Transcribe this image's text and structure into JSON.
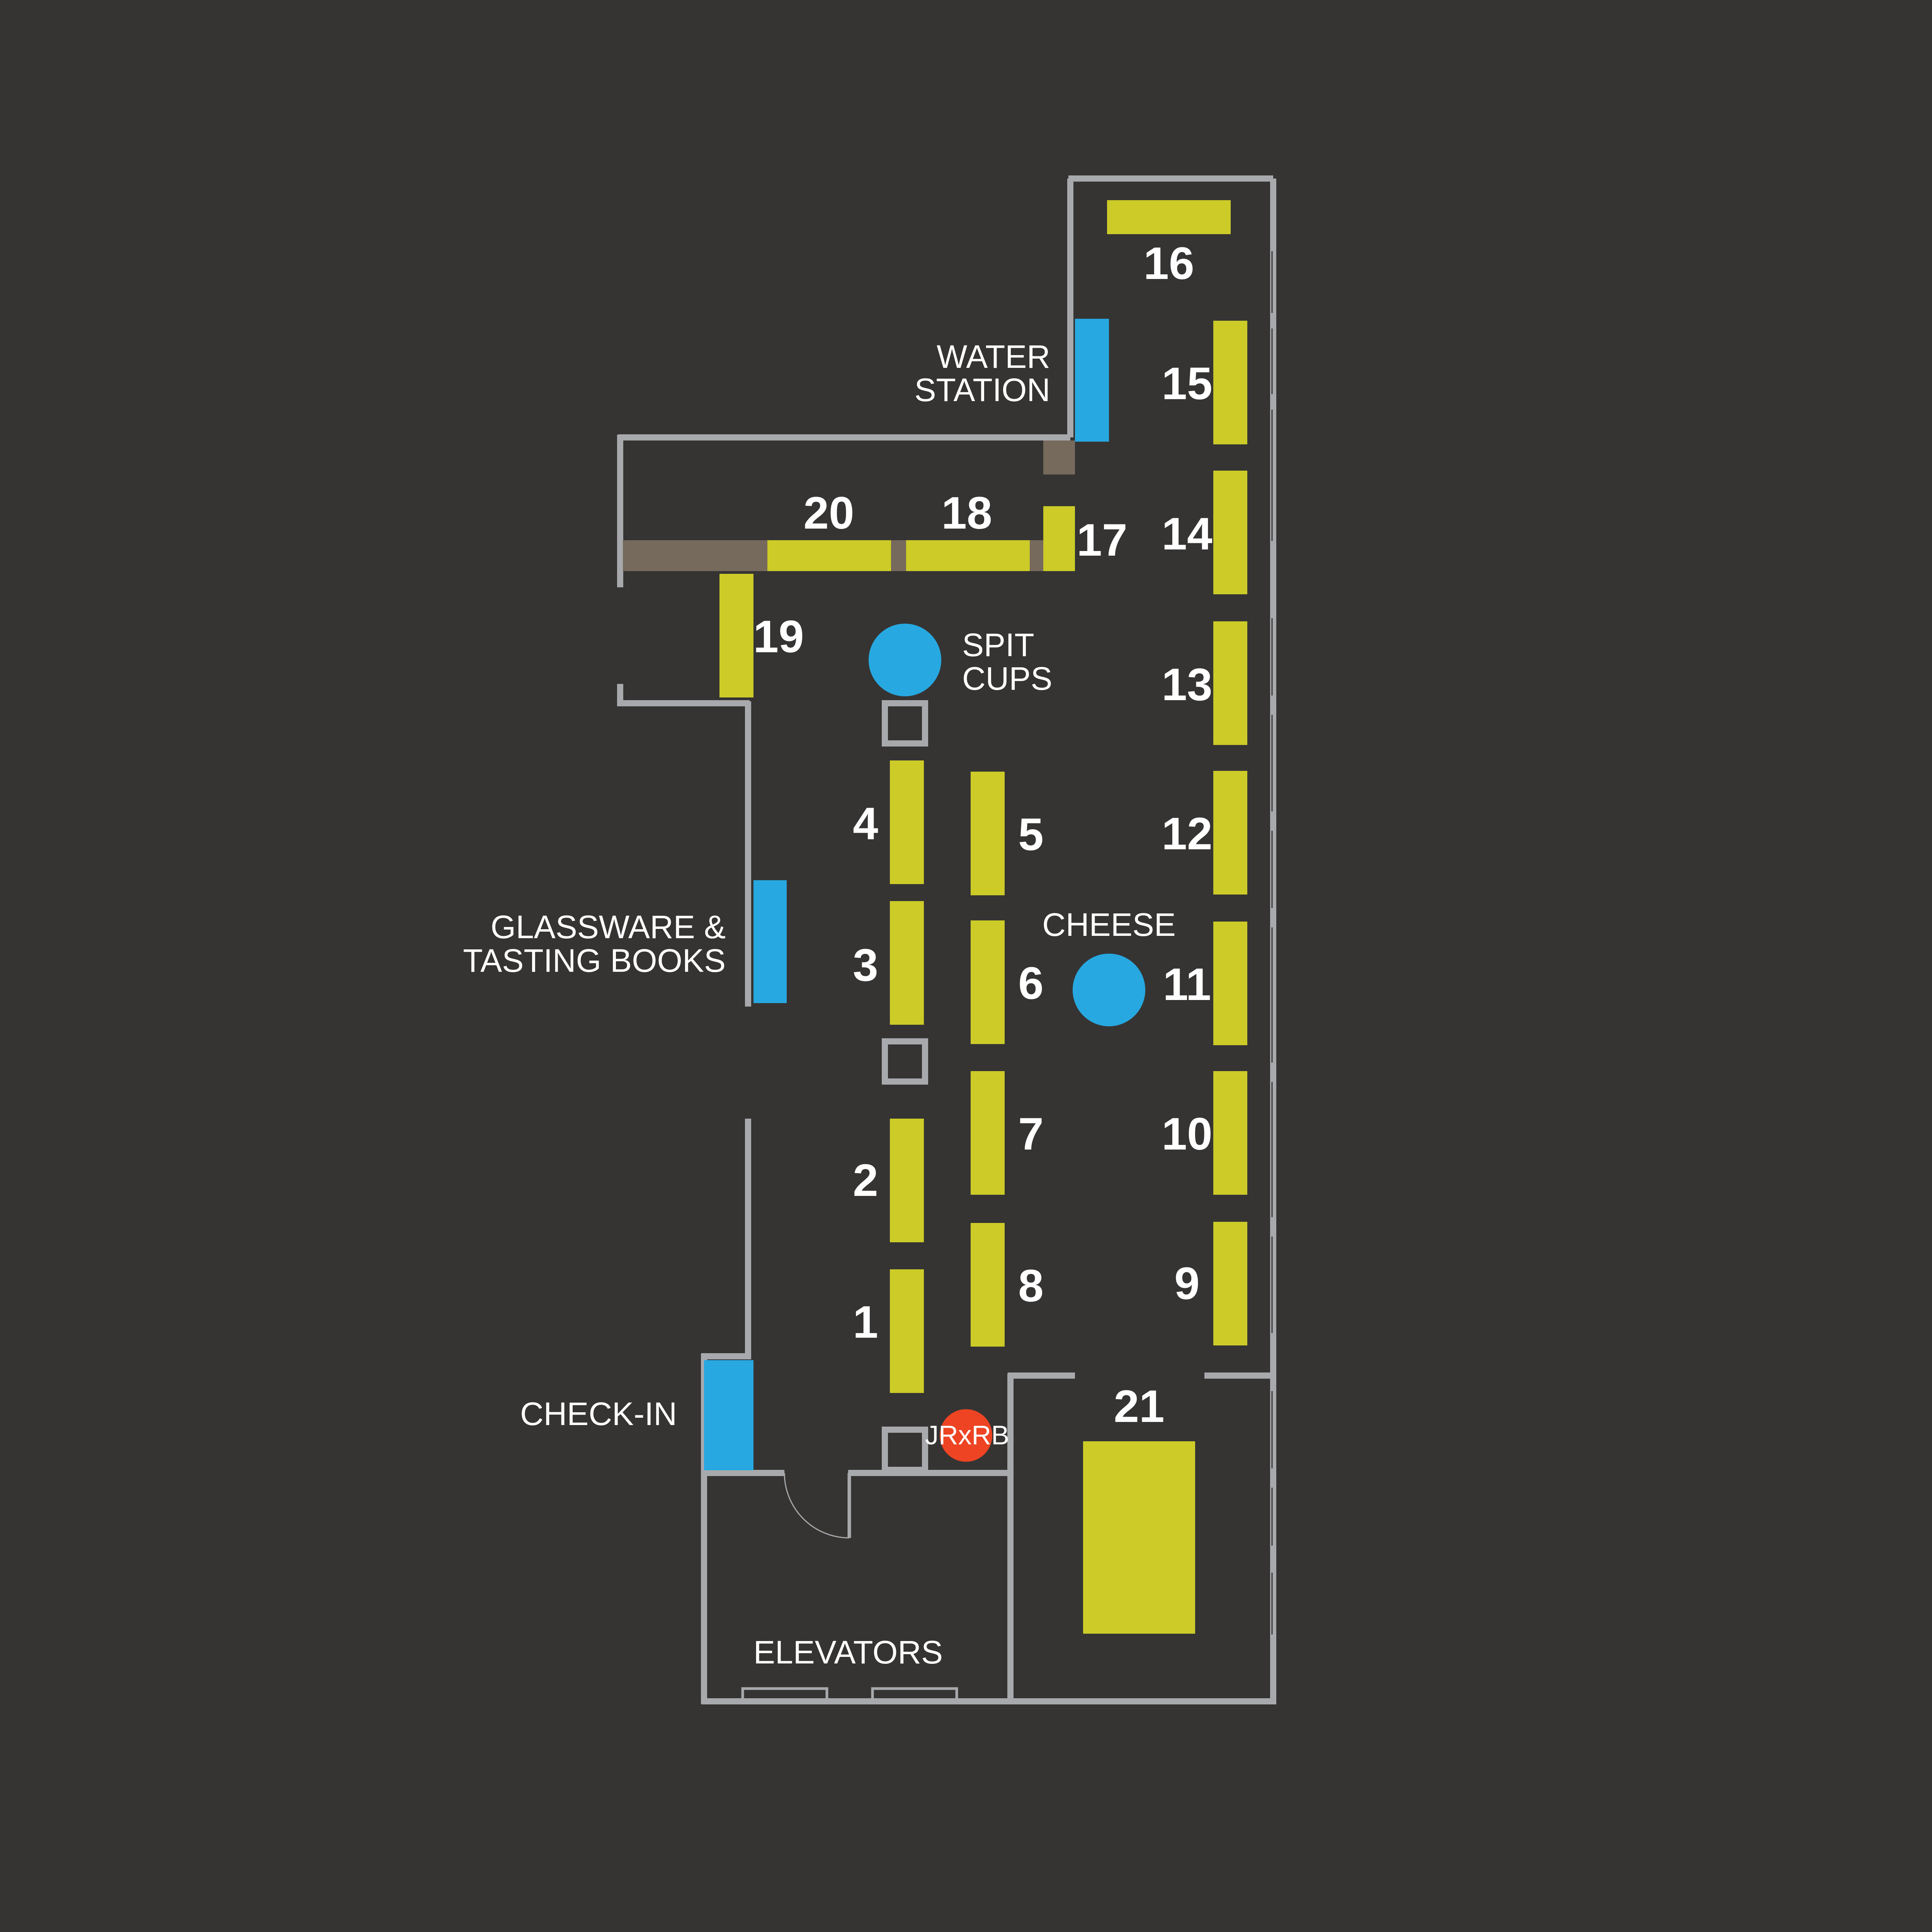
{
  "colors": {
    "background": "#353433",
    "wall": "#a7a9ac",
    "table": "#cccb28",
    "amenity": "#27a8e0",
    "counter": "#766a5c",
    "special": "#ee4423",
    "text": "#ffffff"
  },
  "tables": [
    {
      "id": "1",
      "label": "1"
    },
    {
      "id": "2",
      "label": "2"
    },
    {
      "id": "3",
      "label": "3"
    },
    {
      "id": "4",
      "label": "4"
    },
    {
      "id": "5",
      "label": "5"
    },
    {
      "id": "6",
      "label": "6"
    },
    {
      "id": "7",
      "label": "7"
    },
    {
      "id": "8",
      "label": "8"
    },
    {
      "id": "9",
      "label": "9"
    },
    {
      "id": "10",
      "label": "10"
    },
    {
      "id": "11",
      "label": "11"
    },
    {
      "id": "12",
      "label": "12"
    },
    {
      "id": "13",
      "label": "13"
    },
    {
      "id": "14",
      "label": "14"
    },
    {
      "id": "15",
      "label": "15"
    },
    {
      "id": "16",
      "label": "16"
    },
    {
      "id": "17",
      "label": "17"
    },
    {
      "id": "18",
      "label": "18"
    },
    {
      "id": "19",
      "label": "19"
    },
    {
      "id": "20",
      "label": "20"
    },
    {
      "id": "21",
      "label": "21"
    }
  ],
  "areas": {
    "water_station": [
      "WATER",
      "STATION"
    ],
    "spit_cups": [
      "SPIT",
      "CUPS"
    ],
    "cheese": "CHEESE",
    "glassware": [
      "GLASSWARE &",
      "TASTING BOOKS"
    ],
    "check_in": "CHECK-IN",
    "elevators": "ELEVATORS",
    "special_booth": "JRxRB"
  }
}
